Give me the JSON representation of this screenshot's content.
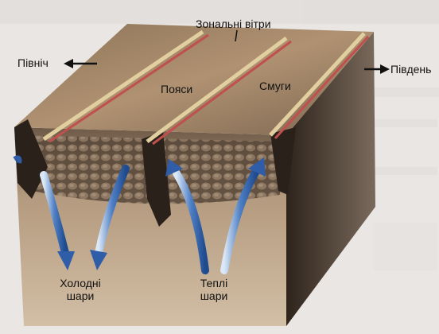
{
  "labels": {
    "north": "Північ",
    "south": "Південь",
    "zonal_winds": "Зональні вітри",
    "belts": "Пояси",
    "zones": "Смуги",
    "cold_layers": "Холодні\nшари",
    "warm_layers": "Теплі\nшари"
  },
  "colors": {
    "background": "#e9e6e3",
    "block_top": "#a88a66",
    "block_side": "#b59e82",
    "block_dark": "#3b2e24",
    "belt_red": "#c0504d",
    "belt_light": "#e8d7a8",
    "arrow_blue": "#2f5da8",
    "arrow_light": "#cfe0f2"
  }
}
